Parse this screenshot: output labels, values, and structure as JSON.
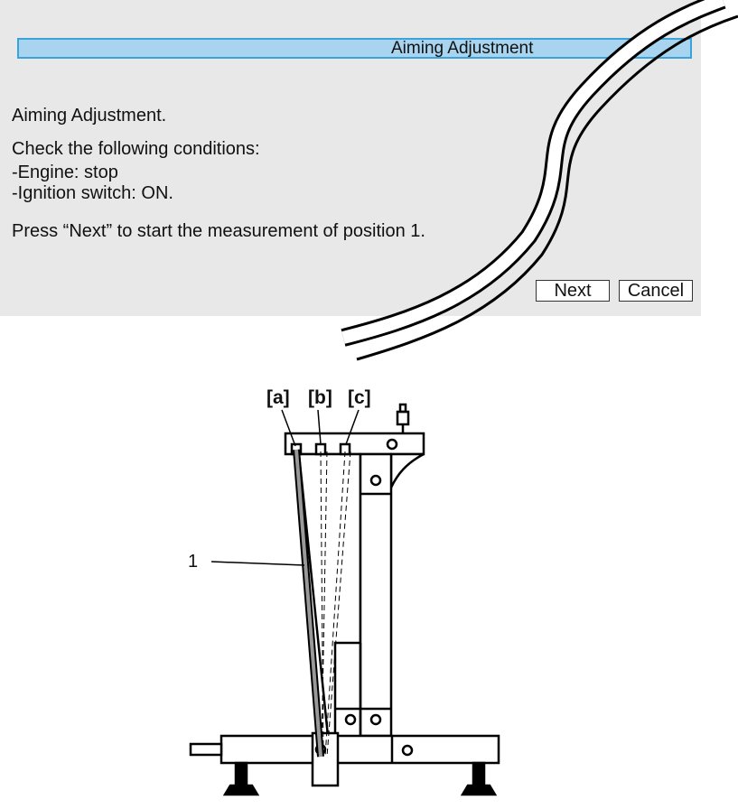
{
  "dialog": {
    "title": "Aiming Adjustment",
    "heading": "Aiming Adjustment.",
    "check_intro": "Check the following conditions:",
    "conditions": [
      "-Engine: stop",
      "-Ignition switch: ON."
    ],
    "instruction": "Press “Next” to start the measurement of position 1.",
    "buttons": {
      "next": "Next",
      "cancel": "Cancel"
    }
  },
  "figure": {
    "callouts": {
      "a": "[a]",
      "b": "[b]",
      "c": "[c]"
    },
    "part_number": "1"
  }
}
